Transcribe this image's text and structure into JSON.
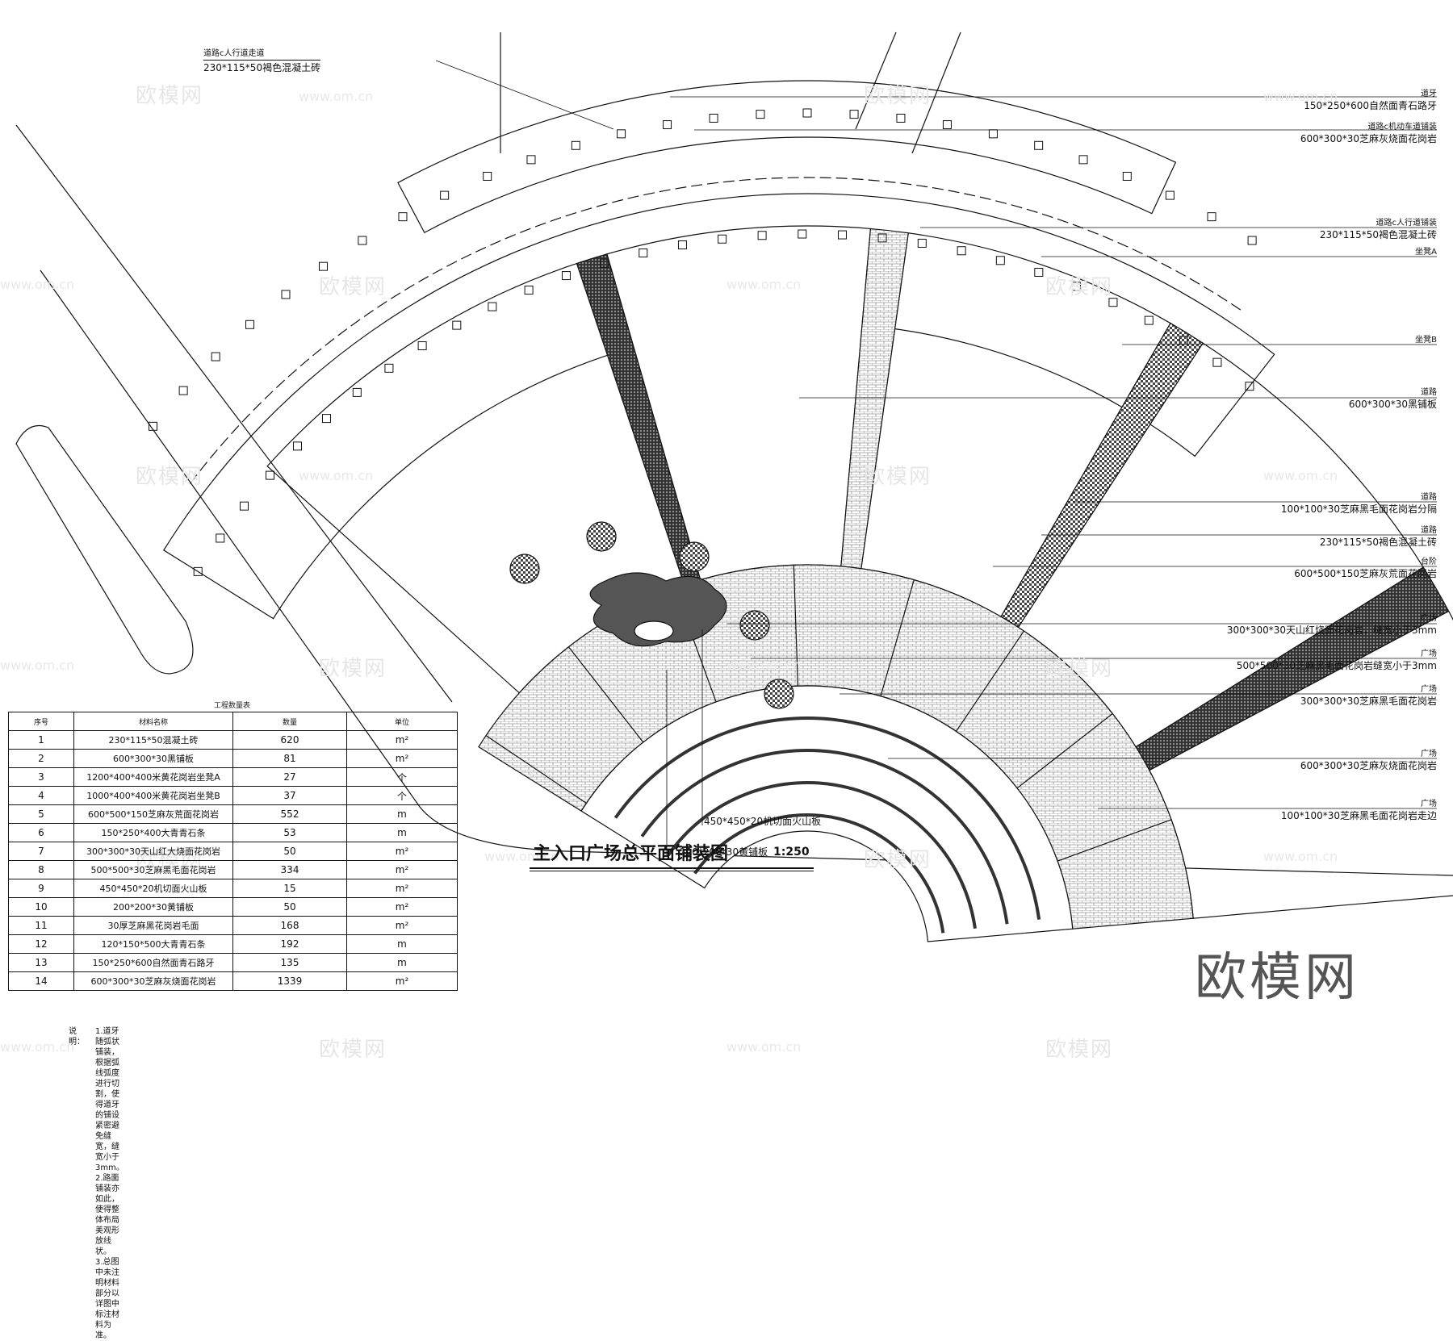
{
  "drawing": {
    "title": "主入口广场总平面铺装图",
    "scale": "1:250"
  },
  "callouts_left": [
    {
      "line1": "道路c人行道走道",
      "line2": "230*115*50褐色混凝土砖"
    }
  ],
  "callouts_right": [
    {
      "line1": "道牙",
      "line2": "150*250*600自然面青石路牙"
    },
    {
      "line1": "道路c机动车道铺装",
      "line2": "600*300*30芝麻灰烧面花岗岩"
    },
    {
      "line1": "道路c人行道铺装",
      "line2": "230*115*50褐色混凝土砖"
    },
    {
      "line1": "坐凳A",
      "line2": ""
    },
    {
      "line1": "坐凳B",
      "line2": ""
    },
    {
      "line1": "道路",
      "line2": "600*300*30黑铺板"
    },
    {
      "line1": "道路",
      "line2": "100*100*30芝麻黑毛面花岗岩分隔"
    },
    {
      "line1": "道路",
      "line2": "230*115*50褐色混凝土砖"
    },
    {
      "line1": "台阶",
      "line2": "600*500*150芝麻灰荒面花岗岩"
    },
    {
      "line1": "广场",
      "line2": "300*300*30天山红烧面花岗岩，缝宽小于3mm"
    },
    {
      "line1": "广场",
      "line2": "500*500*30芝麻黑毛面花岗岩缝宽小于3mm"
    },
    {
      "line1": "广场",
      "line2": "300*300*30芝麻黑毛面花岗岩"
    },
    {
      "line1": "广场",
      "line2": "600*300*30芝麻灰烧面花岗岩"
    },
    {
      "line1": "广场",
      "line2": "100*100*30芝麻黑毛面花岗岩走边"
    }
  ],
  "callouts_bottom": [
    {
      "text": "450*450*20机切面火山板"
    },
    {
      "text": "200*200*30黄铺板"
    }
  ],
  "quantity_table": {
    "title": "工程数量表",
    "headers": [
      "序号",
      "材料名称",
      "数量",
      "单位"
    ],
    "rows": [
      [
        "1",
        "230*115*50混凝土砖",
        "620",
        "m²"
      ],
      [
        "2",
        "600*300*30黑铺板",
        "81",
        "m²"
      ],
      [
        "3",
        "1200*400*400米黄花岗岩坐凳A",
        "27",
        "个"
      ],
      [
        "4",
        "1000*400*400米黄花岗岩坐凳B",
        "37",
        "个"
      ],
      [
        "5",
        "600*500*150芝麻灰荒面花岗岩",
        "552",
        "m"
      ],
      [
        "6",
        "150*250*400大青青石条",
        "53",
        "m"
      ],
      [
        "7",
        "300*300*30天山红大烧面花岗岩",
        "50",
        "m²"
      ],
      [
        "8",
        "500*500*30芝麻黑毛面花岗岩",
        "334",
        "m²"
      ],
      [
        "9",
        "450*450*20机切面火山板",
        "15",
        "m²"
      ],
      [
        "10",
        "200*200*30黄铺板",
        "50",
        "m²"
      ],
      [
        "11",
        "30厚芝麻黑花岗岩毛面",
        "168",
        "m²"
      ],
      [
        "12",
        "120*150*500大青青石条",
        "192",
        "m"
      ],
      [
        "13",
        "150*250*600自然面青石路牙",
        "135",
        "m"
      ],
      [
        "14",
        "600*300*30芝麻灰烧面花岗岩",
        "1339",
        "m²"
      ]
    ]
  },
  "notes": {
    "heading": "说明：",
    "items": [
      "1.道牙随弧状铺装，根据弧线弧度进行切割，使得道牙的铺设紧密避免缝宽，缝宽小于3mm。",
      "2.路面铺装亦如此，使得整体布局美观形放线状。",
      "3.总图中未注明材料部分以详图中标注材料为准。"
    ]
  },
  "watermark": {
    "logo": "欧模网",
    "url": "www.om.cn"
  }
}
